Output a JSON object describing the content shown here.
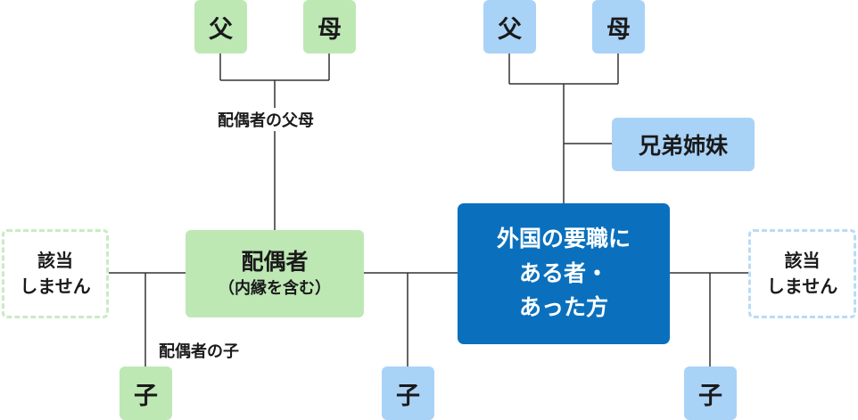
{
  "spouse_parents": {
    "father": "父",
    "mother": "母",
    "label": "配偶者の父母"
  },
  "official_parents": {
    "father": "父",
    "mother": "母"
  },
  "siblings": "兄弟姉妹",
  "spouse": {
    "title": "配偶者",
    "note": "（内縁を含む）"
  },
  "official": {
    "line1": "外国の要職に",
    "line2": "ある者・",
    "line3": "あった方"
  },
  "na_left": {
    "line1": "該当",
    "line2": "しません"
  },
  "na_right": {
    "line1": "該当",
    "line2": "しません"
  },
  "children": {
    "spouse_child": "子",
    "spouse_child_label": "配偶者の子",
    "shared_child": "子",
    "official_child": "子"
  },
  "colors": {
    "green": "#bde8b4",
    "blue": "#a9d2f7",
    "main_blue": "#0a70bd",
    "line": "#333333"
  }
}
